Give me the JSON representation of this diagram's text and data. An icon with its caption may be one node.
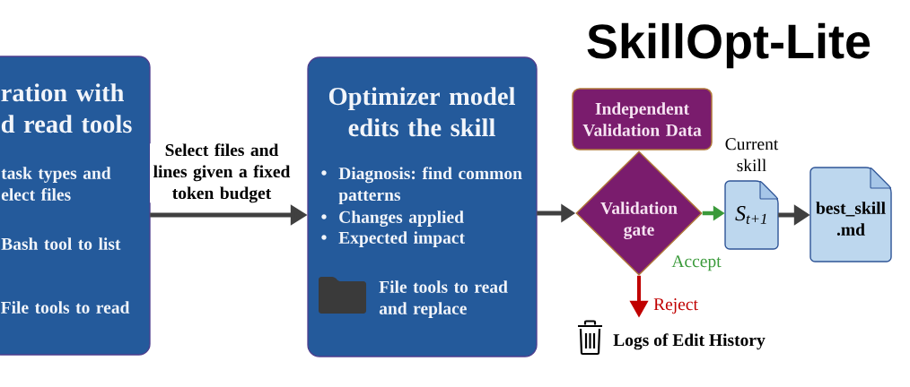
{
  "diagram": {
    "title": "SkillOpt-Lite",
    "nodes": [
      {
        "text": [
          "ration with d read tools",
          "task types and elect files",
          "Bash tool to list",
          "File tools to read"
        ]
      },
      {
        "text": [
          "Optimizer model edits the skill",
          "Diagnosis: find common patterns",
          "Changes applied",
          "Expected impact",
          "File tools to read and replace"
        ]
      },
      {
        "text": [
          "Independent Validation Data"
        ]
      },
      {
        "text": [
          "Validation gate"
        ]
      },
      {
        "text": [
          "S$_{t+1}$"
        ],
        "beside": [
          "Current skill"
        ]
      },
      {
        "text": [
          "best_skill .md"
        ]
      },
      {
        "text": [
          "Logs of Edit History"
        ]
      }
    ],
    "edges": [
      {
        "from": 0,
        "to": 1,
        "arrow": "to",
        "label": "Select files and lines given a fixed token budget"
      },
      {
        "from": 1,
        "to": 3,
        "arrow": "to"
      },
      {
        "from": 3,
        "to": 4,
        "arrow": "to",
        "label": "Accept",
        "color": "#3a9a3a"
      },
      {
        "from": 4,
        "to": 5,
        "arrow": "to"
      },
      {
        "from": 3,
        "to": 6,
        "arrow": "to",
        "label": "Reject",
        "color": "#c00000"
      }
    ]
  }
}
